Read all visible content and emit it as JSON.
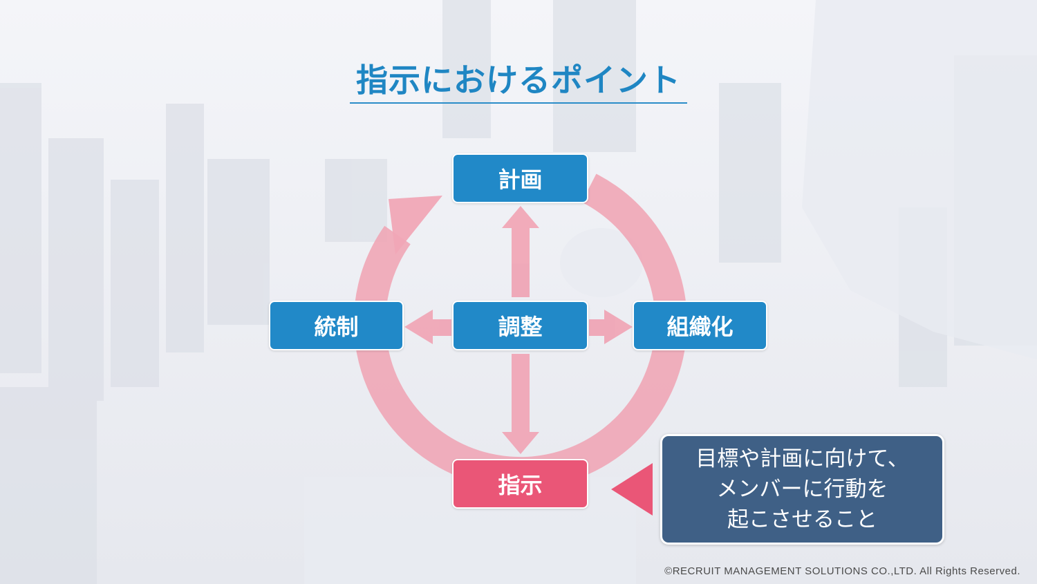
{
  "title": "指示におけるポイント",
  "nodes": {
    "plan": "計画",
    "adjust": "調整",
    "control": "統制",
    "organize": "組織化",
    "direct": "指示"
  },
  "callout": {
    "lines": [
      "目標や計画に向けて、",
      "メンバーに行動を",
      "起こさせること"
    ]
  },
  "footer": "©RECRUIT MANAGEMENT SOLUTIONS CO.,LTD. All Rights Reserved.",
  "colors": {
    "title": "#1f86c3",
    "node_blue": "#2189c8",
    "node_pink": "#ea5677",
    "cycle": "#f0a6b6",
    "callout": "#3f6086"
  }
}
